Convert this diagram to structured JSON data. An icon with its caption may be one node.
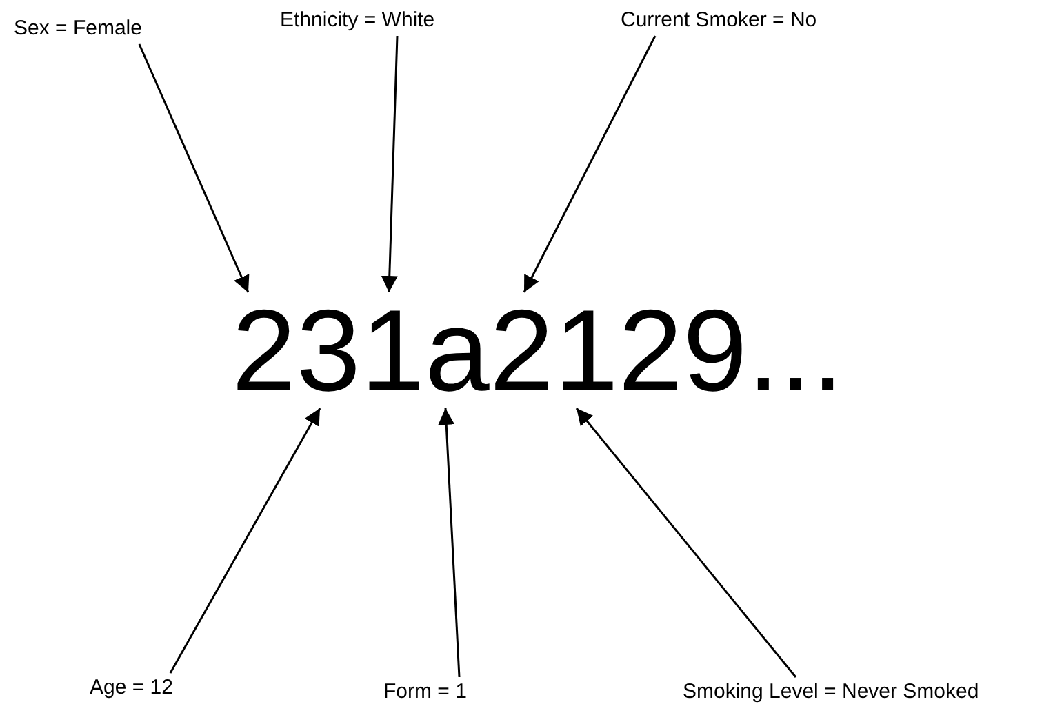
{
  "diagram": {
    "nodes": [
      {
        "text": [
          "Sex = Female"
        ]
      },
      {
        "text": [
          "Ethnicity = White"
        ]
      },
      {
        "text": [
          "Current Smoker = No"
        ]
      },
      {
        "text": [
          "231a2129..."
        ]
      },
      {
        "text": [
          "Age = 12"
        ]
      },
      {
        "text": [
          "Form = 1"
        ]
      },
      {
        "text": [
          "Smoking Level = Never Smoked"
        ]
      }
    ],
    "edges": [
      {
        "from": 0,
        "to": 3,
        "arrow": "to"
      },
      {
        "from": 1,
        "to": 3,
        "arrow": "to"
      },
      {
        "from": 2,
        "to": 3,
        "arrow": "to"
      },
      {
        "from": 4,
        "to": 3,
        "arrow": "to"
      },
      {
        "from": 5,
        "to": 3,
        "arrow": "to"
      },
      {
        "from": 6,
        "to": 3,
        "arrow": "to"
      }
    ]
  }
}
